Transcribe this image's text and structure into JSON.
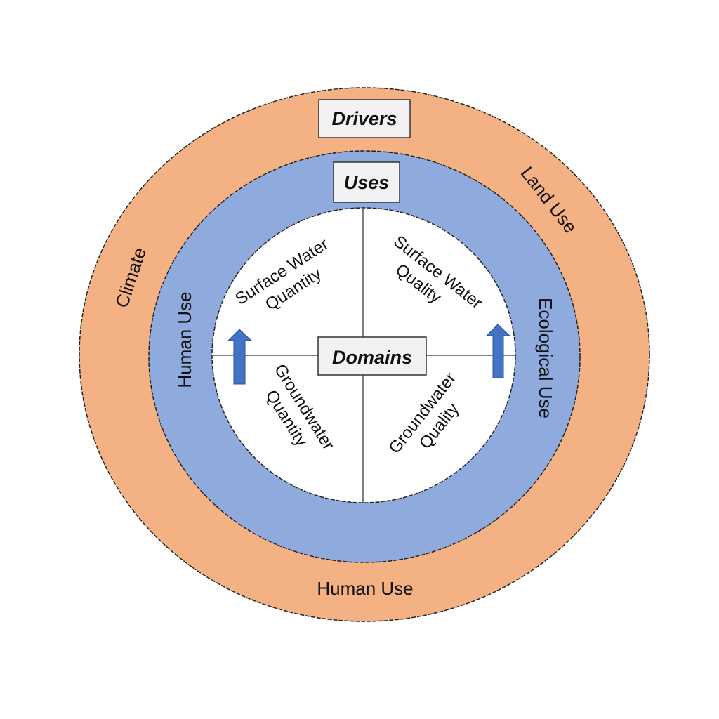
{
  "colors": {
    "drivers_ring": "#f4b183",
    "uses_ring": "#8faadc",
    "domains_core": "#ffffff",
    "label_box": "#f2f2f2",
    "arrow": "#4472c4",
    "outline": "#222222",
    "divider": "#555555"
  },
  "rings": {
    "drivers": {
      "title": "Drivers",
      "items": [
        "Land Use",
        "Climate",
        "Human Use"
      ]
    },
    "uses": {
      "title": "Uses",
      "items": [
        "Human Use",
        "Ecological Use"
      ]
    },
    "domains": {
      "title": "Domains",
      "quadrants": [
        {
          "line1": "Surface Water",
          "line2": "Quantity"
        },
        {
          "line1": "Surface Water",
          "line2": "Quality"
        },
        {
          "line1": "Groundwater",
          "line2": "Quantity"
        },
        {
          "line1": "Groundwater",
          "line2": "Quality"
        }
      ]
    }
  },
  "arrows": [
    {
      "name": "human-use-arrow",
      "direction": "up"
    },
    {
      "name": "ecological-use-arrow",
      "direction": "up"
    }
  ]
}
